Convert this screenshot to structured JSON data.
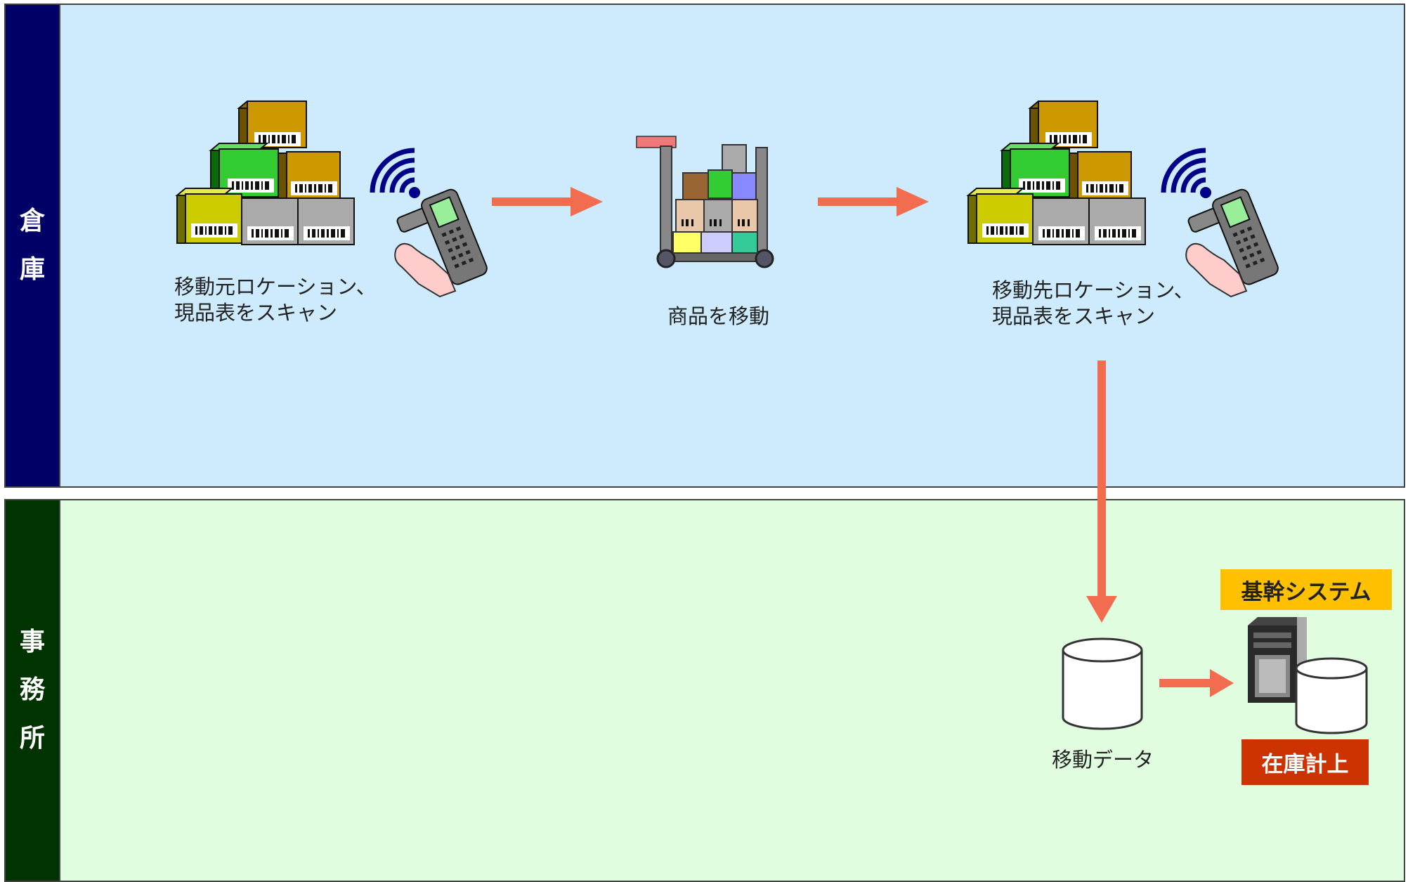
{
  "lanes": {
    "warehouse": {
      "chars": [
        "倉",
        "庫"
      ]
    },
    "office": {
      "chars": [
        "事",
        "務",
        "所"
      ]
    }
  },
  "steps": {
    "scan_source": "移動元ロケーション、\n現品表をスキャン",
    "move_goods": "商品を移動",
    "scan_dest": "移動先ロケーション、\n現品表をスキャン",
    "move_data": "移動データ"
  },
  "system": {
    "core_system_label": "基幹システム",
    "inventory_post_label": "在庫計上"
  },
  "colors": {
    "warehouse_bg": "#cdebfd",
    "office_bg": "#e0fedf",
    "warehouse_header": "#000066",
    "office_header": "#003300",
    "arrow": "#f26d4f",
    "core_system_badge": "#ffc000",
    "inventory_badge": "#cc3300"
  },
  "icons": [
    "box-stack-icon",
    "handheld-scanner-icon",
    "wireless-signal-icon",
    "cart-icon",
    "database-icon",
    "server-tower-icon",
    "arrow-right-icon",
    "arrow-down-icon"
  ]
}
